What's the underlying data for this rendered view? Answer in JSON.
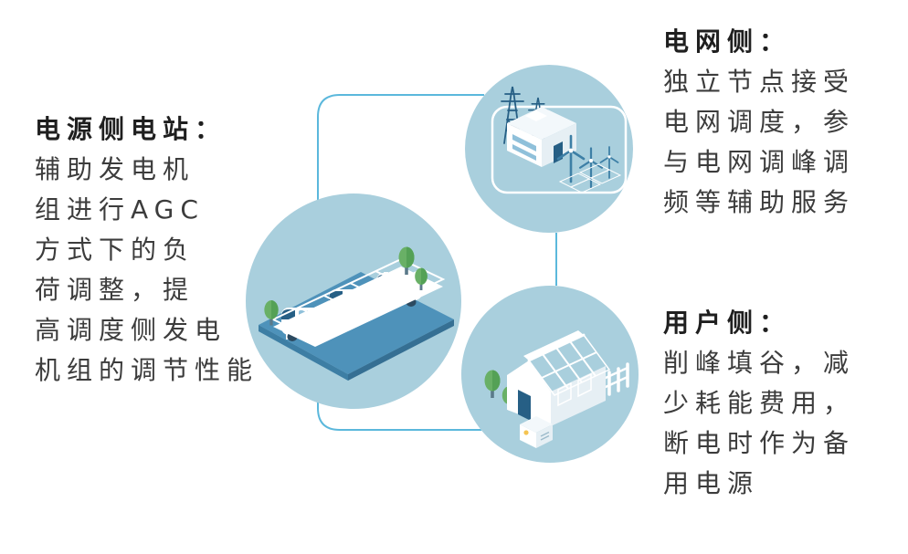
{
  "colors": {
    "circle_bg": "#A9CFDD",
    "connector": "#5BB8DC",
    "heading_text": "#1F1F1F",
    "body_text": "#3C3C3C",
    "illus_dark_blue": "#265F85",
    "illus_mid_blue": "#4E92BA",
    "illus_panel_blue": "#1E5B82",
    "illus_light_face": "#E6EFF4",
    "illus_window_blue": "#8FC0DA",
    "illus_green": "#69B066",
    "illus_trunk": "#5B7A8A",
    "illus_yellow": "#F5C451"
  },
  "power_side": {
    "heading": "电源侧电站：",
    "lines": [
      "辅助发电机",
      "组进行AGC",
      "方式下的负",
      "荷调整，提",
      "高调度侧发电",
      "机组的调节性能"
    ],
    "illustration": "solar-carport-with-ev-vans"
  },
  "grid_side": {
    "heading": "电网侧：",
    "lines": [
      "独立节点接受",
      "电网调度，参",
      "与电网调峰调",
      "频等辅助服务"
    ],
    "illustration": "power-plant-with-pylons-wind-turbines-and-solar-array"
  },
  "user_side": {
    "heading": "用户侧：",
    "lines": [
      "削峰填谷，减",
      "少耗能费用，",
      "断电时作为备",
      "用电源"
    ],
    "illustration": "solar-roof-house-with-fence-and-battery"
  }
}
